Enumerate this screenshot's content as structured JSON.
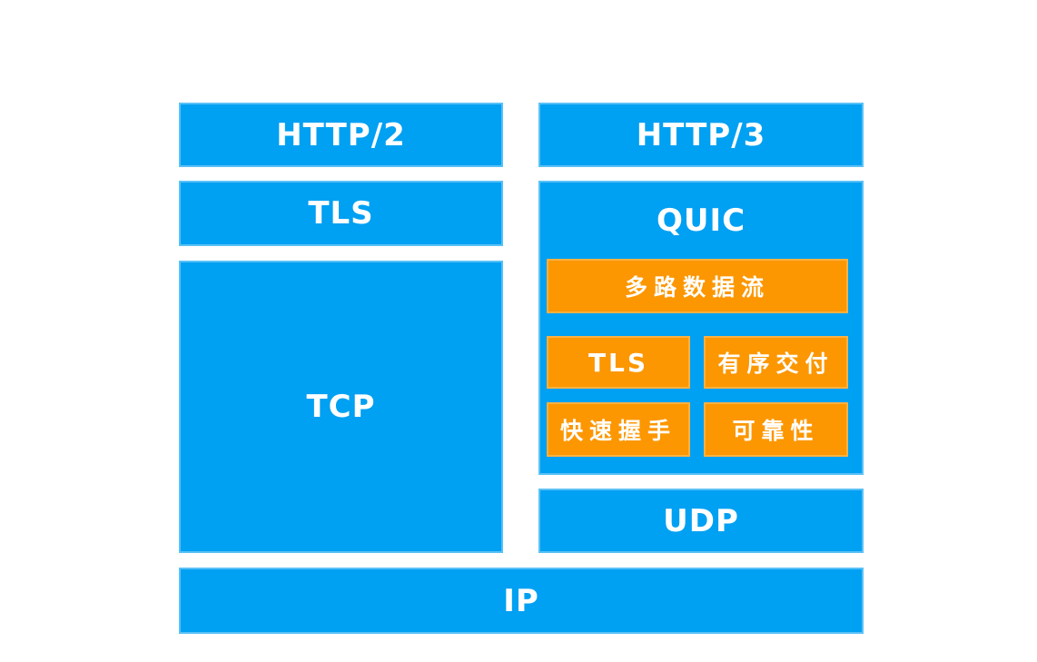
{
  "diagram": {
    "left_stack": {
      "http2_label": "HTTP/2",
      "tls_label": "TLS",
      "tcp_label": "TCP"
    },
    "right_stack": {
      "http3_label": "HTTP/3",
      "quic": {
        "title": "QUIC",
        "features": {
          "multiplex": "多路数据流",
          "tls": "TLS",
          "ordered_delivery": "有序交付",
          "fast_handshake": "快速握手",
          "reliability": "可靠性"
        }
      },
      "udp_label": "UDP"
    },
    "bottom": {
      "ip_label": "IP"
    }
  },
  "colors": {
    "blue": "#00A0F2",
    "orange": "#FC9701",
    "text": "#FFFFFF",
    "background": "#FFFFFF"
  }
}
